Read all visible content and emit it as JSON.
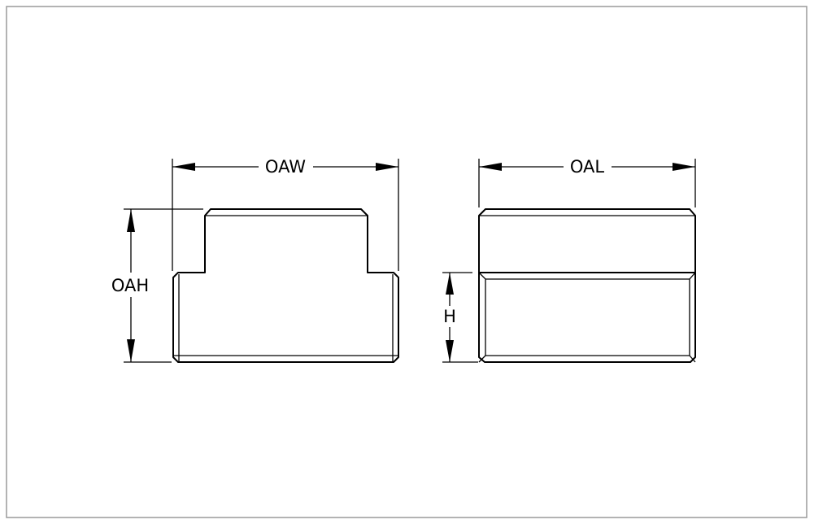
{
  "drawing": {
    "front_view": {
      "width_label": "OAW",
      "height_label": "OAH"
    },
    "side_view": {
      "length_label": "OAL",
      "height_label": "H"
    }
  }
}
